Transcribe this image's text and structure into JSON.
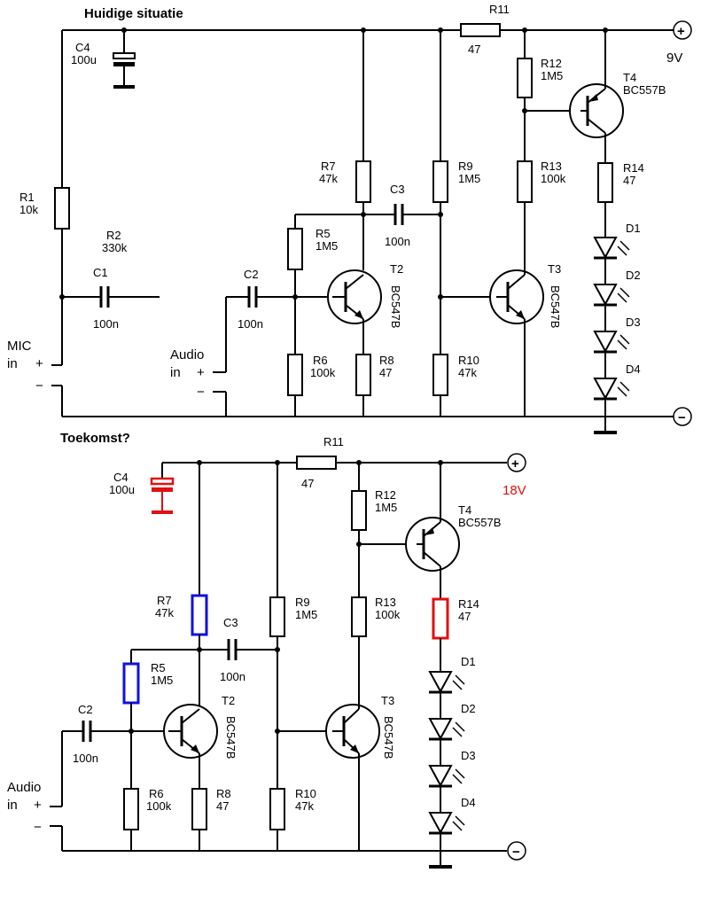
{
  "top": {
    "title": "Huidige situatie",
    "supply_voltage": "9V",
    "plus": "+",
    "minus": "−",
    "parts": {
      "R1": {
        "name": "R1",
        "value": "10k"
      },
      "R2": {
        "name": "R2",
        "value": "330k"
      },
      "C1": {
        "name": "C1",
        "value": "100n"
      },
      "C4": {
        "name": "C4",
        "value": "100u"
      },
      "C2": {
        "name": "C2",
        "value": "100n"
      },
      "C3": {
        "name": "C3",
        "value": "100n"
      },
      "R5": {
        "name": "R5",
        "value": "1M5"
      },
      "R6": {
        "name": "R6",
        "value": "100k"
      },
      "R7": {
        "name": "R7",
        "value": "47k"
      },
      "R8": {
        "name": "R8",
        "value": "47"
      },
      "R9": {
        "name": "R9",
        "value": "1M5"
      },
      "R10": {
        "name": "R10",
        "value": "47k"
      },
      "R11": {
        "name": "R11",
        "value": "47"
      },
      "R12": {
        "name": "R12",
        "value": "1M5"
      },
      "R13": {
        "name": "R13",
        "value": "100k"
      },
      "R14": {
        "name": "R14",
        "value": "47"
      },
      "T2": {
        "name": "T2",
        "value": "BC547B"
      },
      "T3": {
        "name": "T3",
        "value": "BC547B"
      },
      "T4": {
        "name": "T4",
        "value": "BC557B"
      },
      "D1": "D1",
      "D2": "D2",
      "D3": "D3",
      "D4": "D4"
    },
    "mic_in": {
      "line1": "MIC",
      "line2": "in"
    },
    "audio_in": {
      "line1": "Audio",
      "line2": "in"
    }
  },
  "bottom": {
    "title": "Toekomst?",
    "supply_voltage": "18V",
    "plus": "+",
    "minus": "−",
    "parts": {
      "C4": {
        "name": "C4",
        "value": "100u"
      },
      "C2": {
        "name": "C2",
        "value": "100n"
      },
      "C3": {
        "name": "C3",
        "value": "100n"
      },
      "R5": {
        "name": "R5",
        "value": "1M5"
      },
      "R6": {
        "name": "R6",
        "value": "100k"
      },
      "R7": {
        "name": "R7",
        "value": "47k"
      },
      "R8": {
        "name": "R8",
        "value": "47"
      },
      "R9": {
        "name": "R9",
        "value": "1M5"
      },
      "R10": {
        "name": "R10",
        "value": "47k"
      },
      "R11": {
        "name": "R11",
        "value": "47"
      },
      "R12": {
        "name": "R12",
        "value": "1M5"
      },
      "R13": {
        "name": "R13",
        "value": "100k"
      },
      "R14": {
        "name": "R14",
        "value": "47"
      },
      "T2": {
        "name": "T2",
        "value": "BC547B"
      },
      "T3": {
        "name": "T3",
        "value": "BC547B"
      },
      "T4": {
        "name": "T4",
        "value": "BC557B"
      },
      "D1": "D1",
      "D2": "D2",
      "D3": "D3",
      "D4": "D4"
    },
    "audio_in": {
      "line1": "Audio",
      "line2": "in"
    }
  },
  "colors": {
    "changed_red": "#e01010",
    "changed_blue": "#1010e0",
    "wire": "#000000"
  }
}
